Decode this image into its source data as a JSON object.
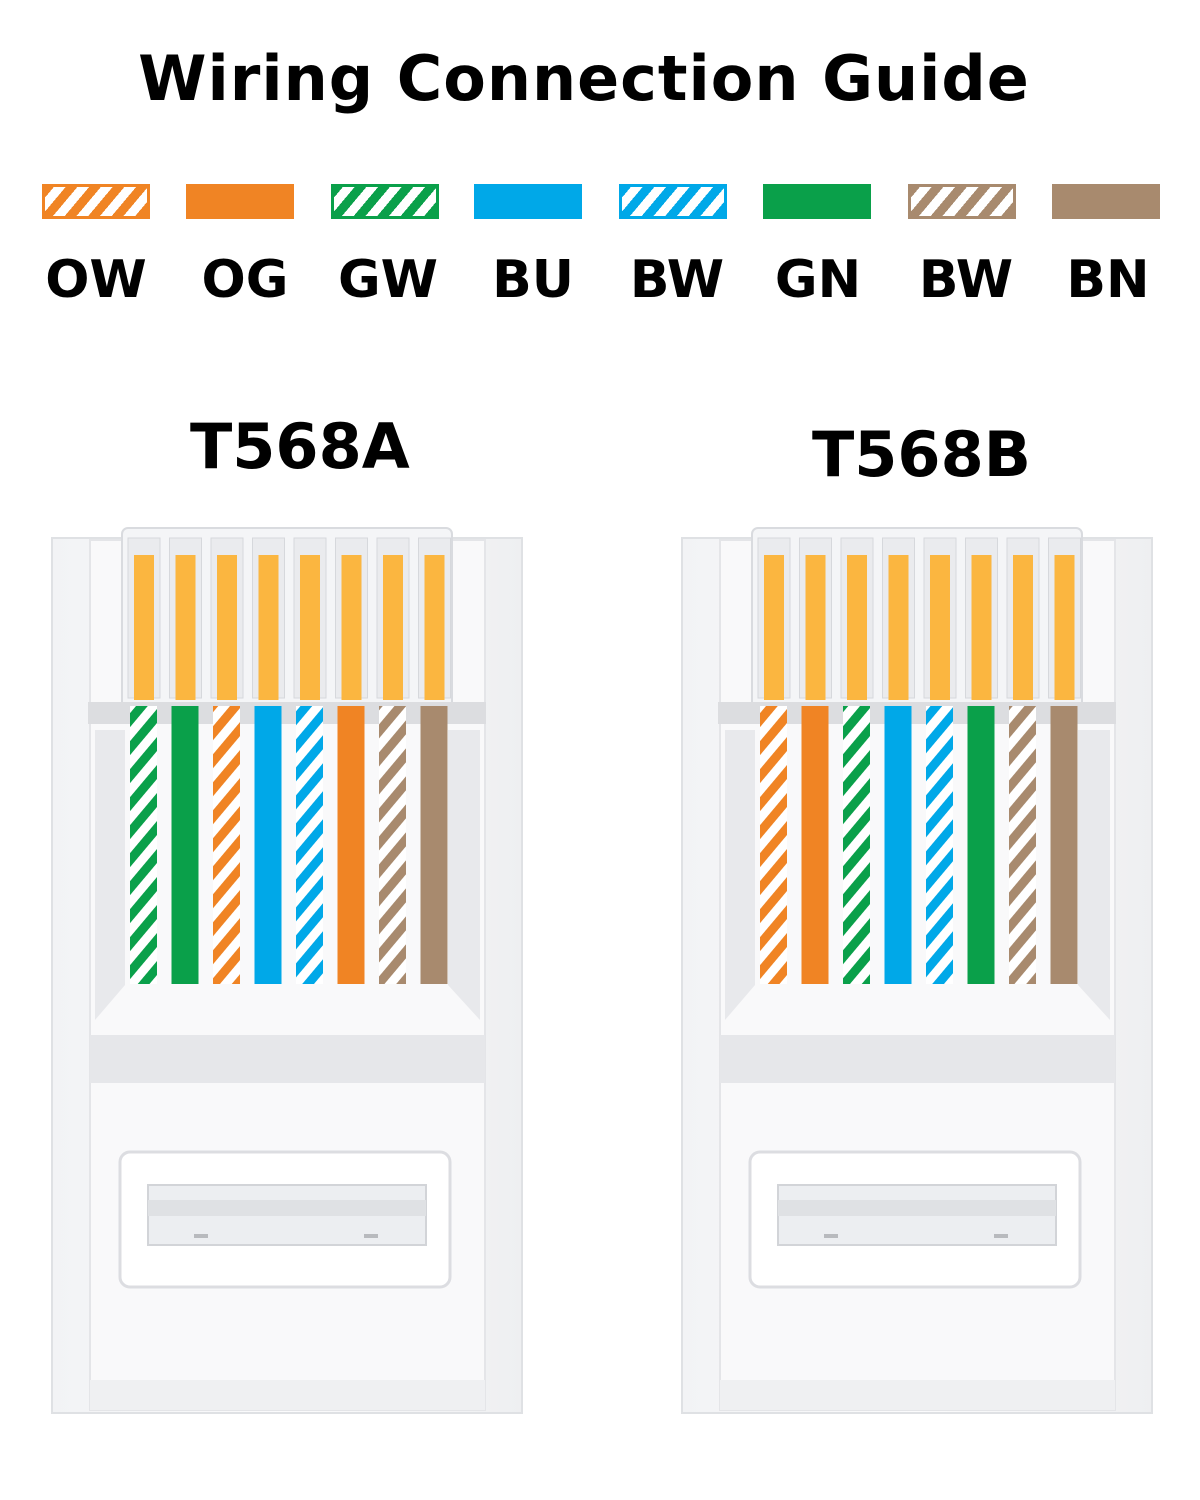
{
  "title": "Wiring Connection Guide",
  "colors": {
    "orange": "#f08424",
    "green": "#0aa04a",
    "blue": "#00a8e8",
    "brown": "#a88a6e",
    "pin": "#fbb640",
    "white": "#ffffff"
  },
  "legend": [
    {
      "code": "OW",
      "color": "orange",
      "striped": true
    },
    {
      "code": "OG",
      "color": "orange",
      "striped": false
    },
    {
      "code": "GW",
      "color": "green",
      "striped": true
    },
    {
      "code": "BU",
      "color": "blue",
      "striped": false
    },
    {
      "code": "BW",
      "color": "blue",
      "striped": true
    },
    {
      "code": "GN",
      "color": "green",
      "striped": false
    },
    {
      "code": "BW",
      "color": "brown",
      "striped": true
    },
    {
      "code": "BN",
      "color": "brown",
      "striped": false
    }
  ],
  "standards": [
    {
      "name": "T568A",
      "wires": [
        {
          "color": "green",
          "striped": true
        },
        {
          "color": "green",
          "striped": false
        },
        {
          "color": "orange",
          "striped": true
        },
        {
          "color": "blue",
          "striped": false
        },
        {
          "color": "blue",
          "striped": true
        },
        {
          "color": "orange",
          "striped": false
        },
        {
          "color": "brown",
          "striped": true
        },
        {
          "color": "brown",
          "striped": false
        }
      ]
    },
    {
      "name": "T568B",
      "wires": [
        {
          "color": "orange",
          "striped": true
        },
        {
          "color": "orange",
          "striped": false
        },
        {
          "color": "green",
          "striped": true
        },
        {
          "color": "blue",
          "striped": false
        },
        {
          "color": "blue",
          "striped": true
        },
        {
          "color": "green",
          "striped": false
        },
        {
          "color": "brown",
          "striped": true
        },
        {
          "color": "brown",
          "striped": false
        }
      ]
    }
  ]
}
